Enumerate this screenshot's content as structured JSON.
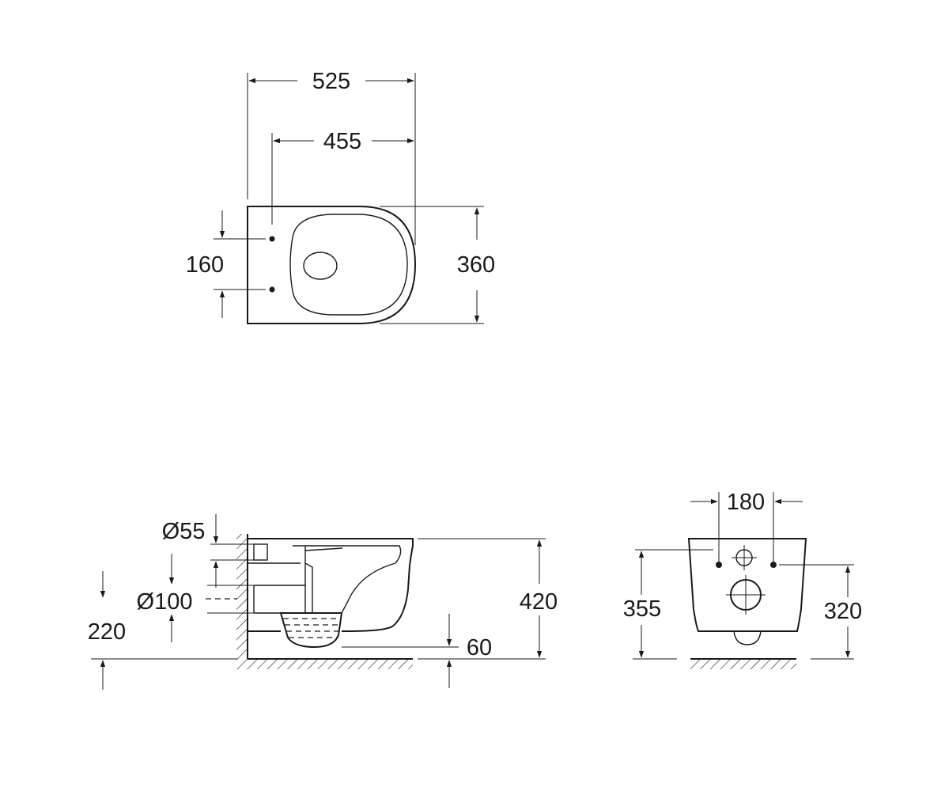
{
  "top_view": {
    "overall_length": "525",
    "fixing_to_front": "455",
    "fixing_spacing": "160",
    "width": "360"
  },
  "side_view": {
    "flush_inlet_diameter": "Ø55",
    "outlet_diameter": "Ø100",
    "outlet_height": "220",
    "total_height": "420",
    "floor_clearance": "60"
  },
  "rear_view": {
    "bolt_spacing": "180",
    "overall_height": "355",
    "bolt_height": "320"
  }
}
